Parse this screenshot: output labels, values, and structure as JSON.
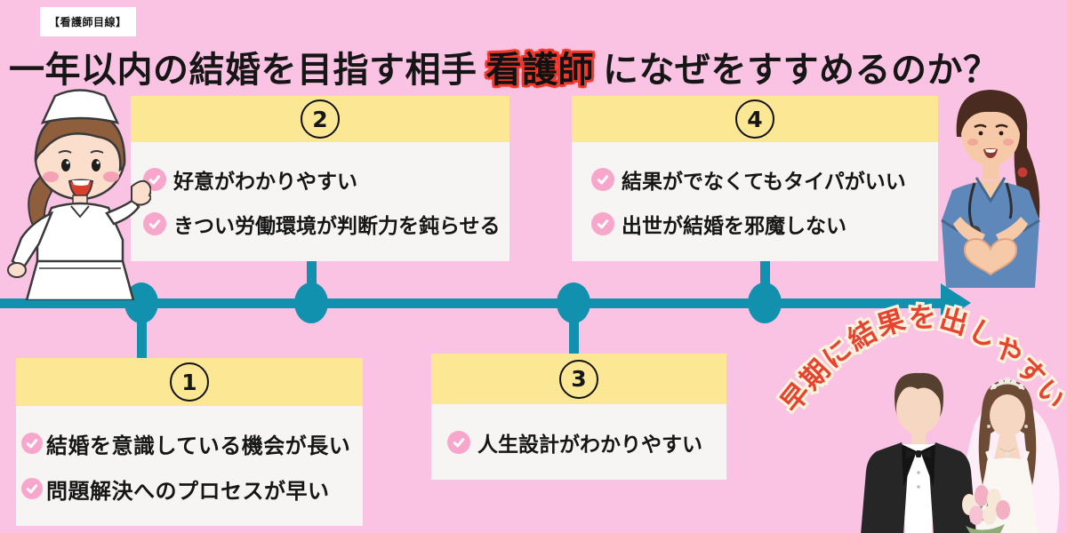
{
  "tag_label": "【看護師目線】",
  "title": {
    "pre": "一年以内の結婚を目指す相手",
    "highlight": "看護師",
    "post": "になぜをすすめるのか？"
  },
  "boxes": [
    {
      "number": "1",
      "items": [
        "結婚を意識している機会が長い",
        "問題解決へのプロセスが早い"
      ]
    },
    {
      "number": "2",
      "items": [
        "好意がわかりやすい",
        "きつい労働環境が判断力を鈍らせる"
      ]
    },
    {
      "number": "3",
      "items": [
        "人生設計がわかりやすい"
      ]
    },
    {
      "number": "4",
      "items": [
        "結果がでなくてもタイパがいい",
        "出世が結婚を邪魔しない"
      ]
    }
  ],
  "curved_note": "早期に結果を出しやすい",
  "icons": {
    "check": "check-icon",
    "left_illustration": "nurse-waving",
    "right_illustration": "nurse-heart-hands",
    "bottom_illustration": "wedding-couple"
  },
  "colors": {
    "background_pink": "#FBC3E3",
    "timeline_teal": "#1291AE",
    "header_yellow": "#FCE795",
    "panel_gray": "#F6F5F3",
    "check_pink": "#F8A6CB",
    "title_highlight_red": "#F0382B",
    "note_red": "#E8432F"
  }
}
